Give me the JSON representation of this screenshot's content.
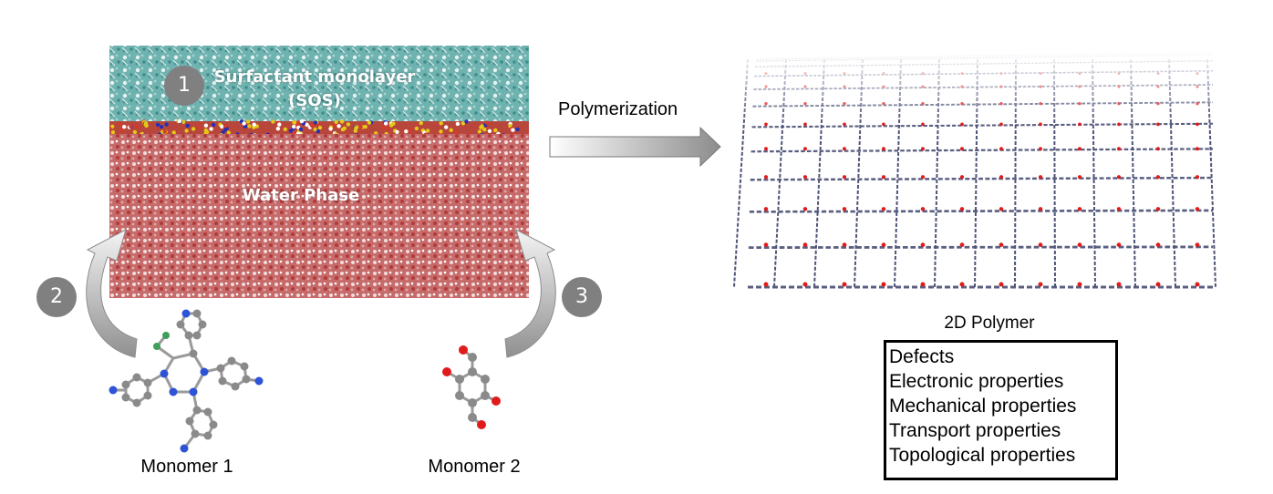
{
  "diagram": {
    "simulation": {
      "monolayer_label_line1": "Surfactant monolayer",
      "monolayer_label_line2": "(SOS)",
      "water_label": "Water Phase"
    },
    "steps": [
      "1",
      "2",
      "3"
    ],
    "process_label": "Polymerization",
    "monomers": {
      "monomer1": "Monomer 1",
      "monomer2": "Monomer 2"
    },
    "polymer": {
      "label": "2D Polymer",
      "properties": [
        "Defects",
        "Electronic properties",
        "Mechanical properties",
        "Transport properties",
        "Topological properties"
      ]
    },
    "colors": {
      "surfactant": "#5fa6a4",
      "interface_yellow": "#e3c81a",
      "interface_blue": "#2430b8",
      "water": "#c25c5c",
      "step_circle": "#808080",
      "carbon": "#8a8a8a",
      "nitrogen": "#2d53d6",
      "oxygen": "#e01b1b"
    }
  }
}
